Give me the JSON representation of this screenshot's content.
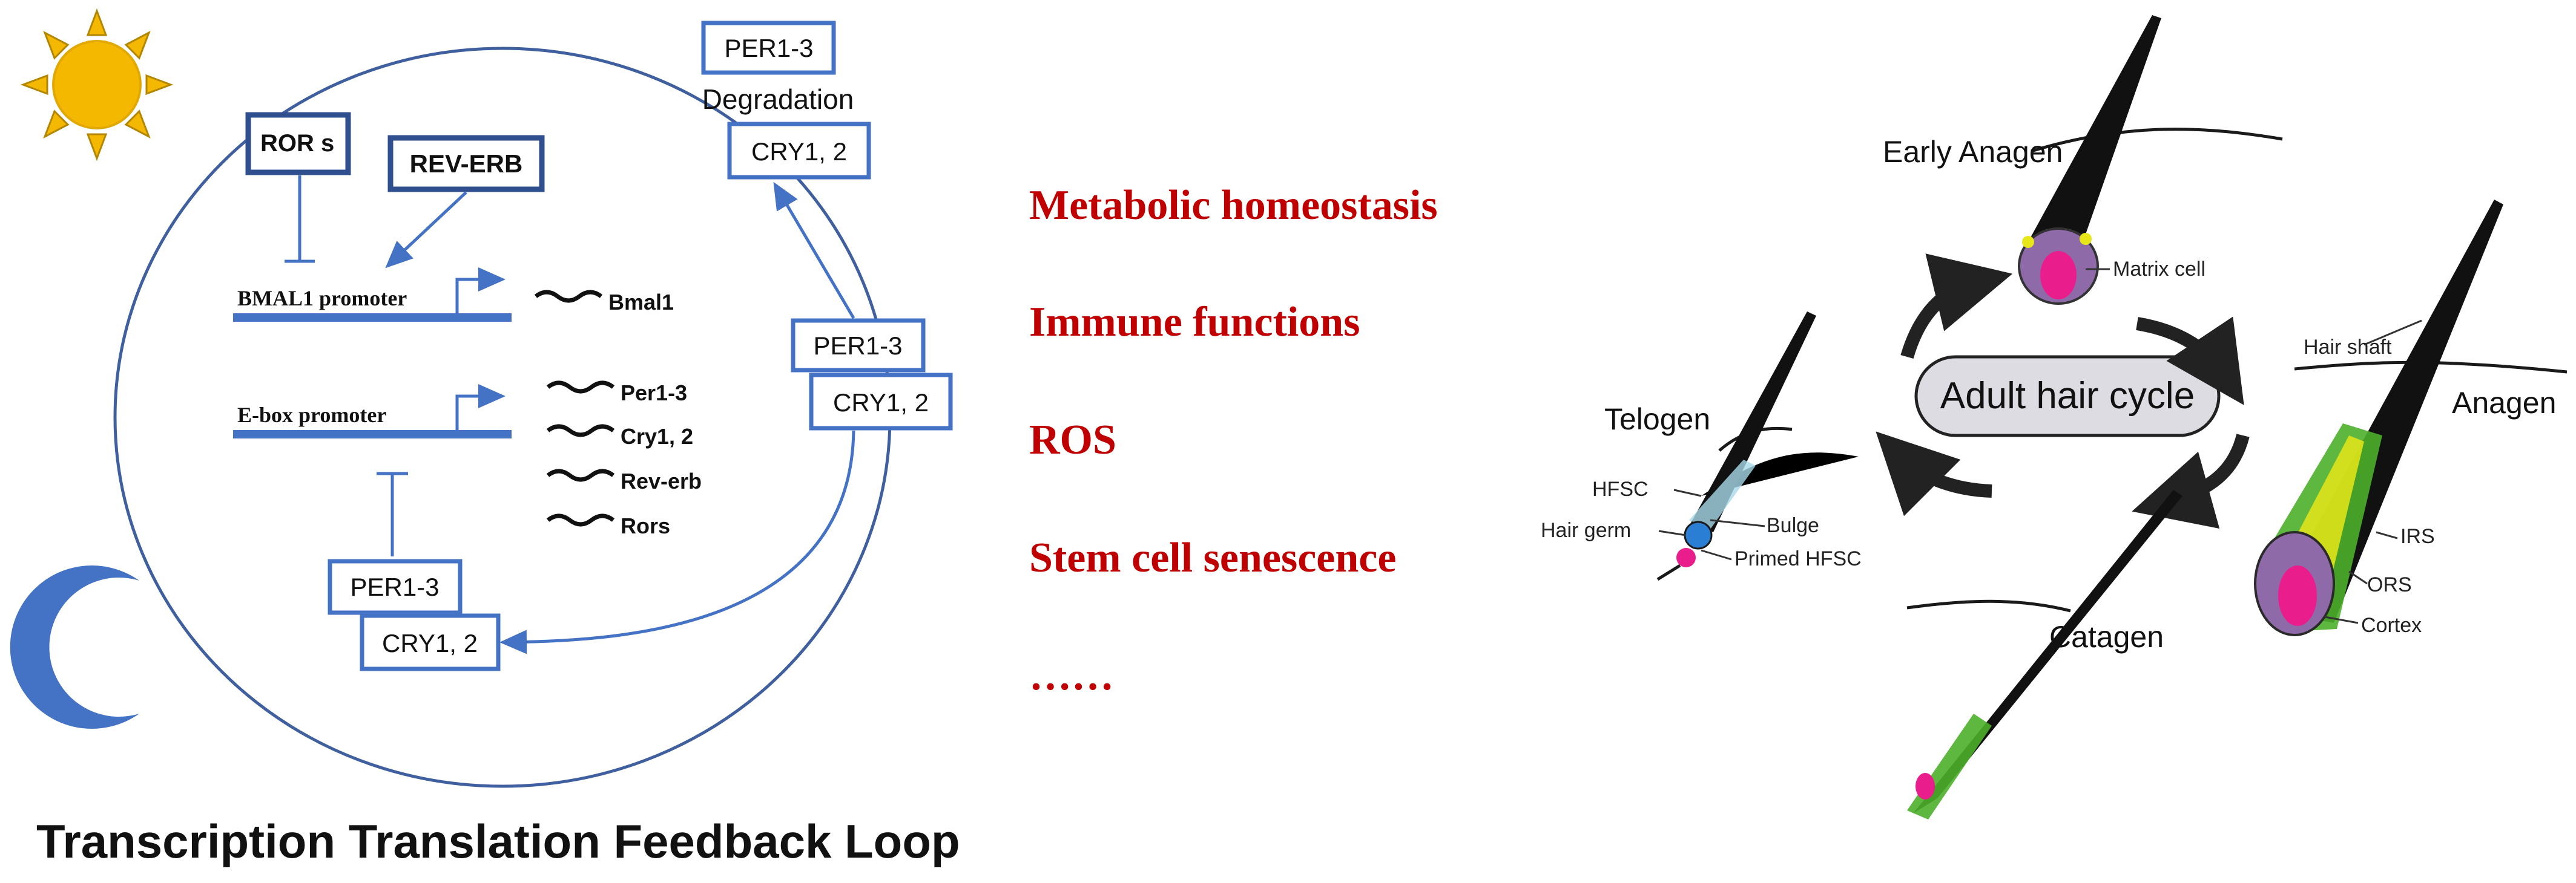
{
  "circadian": {
    "regulators": {
      "rors": "ROR s",
      "rev_erb": "REV-ERB"
    },
    "promoters": {
      "bmal1": "BMAL1 promoter",
      "ebox": "E-box promoter"
    },
    "transcripts": {
      "bmal1": "Bmal1",
      "per": "Per1-3",
      "cry": "Cry1, 2",
      "reverb": "Rev-erb",
      "rors": "Rors"
    },
    "complex": {
      "per": "PER1-3",
      "cry": "CRY1, 2"
    },
    "degradation": {
      "label": "Degradation",
      "per": "PER1-3",
      "cry": "CRY1, 2"
    },
    "title": "Transcription Translation Feedback Loop",
    "icons": [
      "sun-icon",
      "moon-icon"
    ]
  },
  "outcomes": [
    "Metabolic homeostasis",
    "Immune functions",
    "ROS",
    "Stem cell senescence",
    "……"
  ],
  "hair_cycle": {
    "center_label": "Adult hair cycle",
    "stages": {
      "early_anagen": "Early Anagen",
      "anagen": "Anagen",
      "catagen": "Catagen",
      "telogen": "Telogen"
    },
    "labels": {
      "matrix_cell": "Matrix cell",
      "hair_shaft": "Hair shaft",
      "irs": "IRS",
      "ors": "ORS",
      "cortex": "Cortex",
      "hfsc": "HFSC",
      "hair_germ": "Hair germ",
      "bulge": "Bulge",
      "primed_hfsc": "Primed HFSC"
    }
  },
  "colors": {
    "blue": "#4472c4",
    "dark_blue": "#2f4f8f",
    "red_text": "#c00000",
    "sun": "#f5b800",
    "moon": "#4472c4",
    "matrix": "#e91e8c",
    "ors_green": "#4caf2a",
    "ors_yellow": "#e6e619",
    "cortex": "#8e6aa8"
  }
}
